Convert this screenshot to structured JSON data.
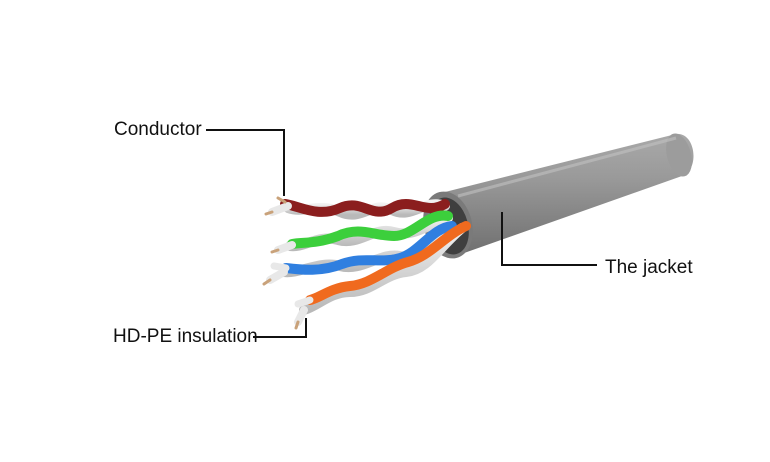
{
  "labels": {
    "conductor": "Conductor",
    "insulation": "HD-PE insulation",
    "jacket": "The jacket"
  },
  "colors": {
    "jacket": "#8f8f8f",
    "jacket_light": "#b4b4b4",
    "jacket_dark": "#6a6a6a",
    "pair_brown": "#8b1e1e",
    "pair_green": "#3ccf3c",
    "pair_blue": "#2f7fe0",
    "pair_orange": "#f06a1e",
    "white_wire": "#dcdcdc",
    "copper": "#c9a27a",
    "leader_line": "#111111"
  },
  "icons": [
    "cable-diagram"
  ]
}
